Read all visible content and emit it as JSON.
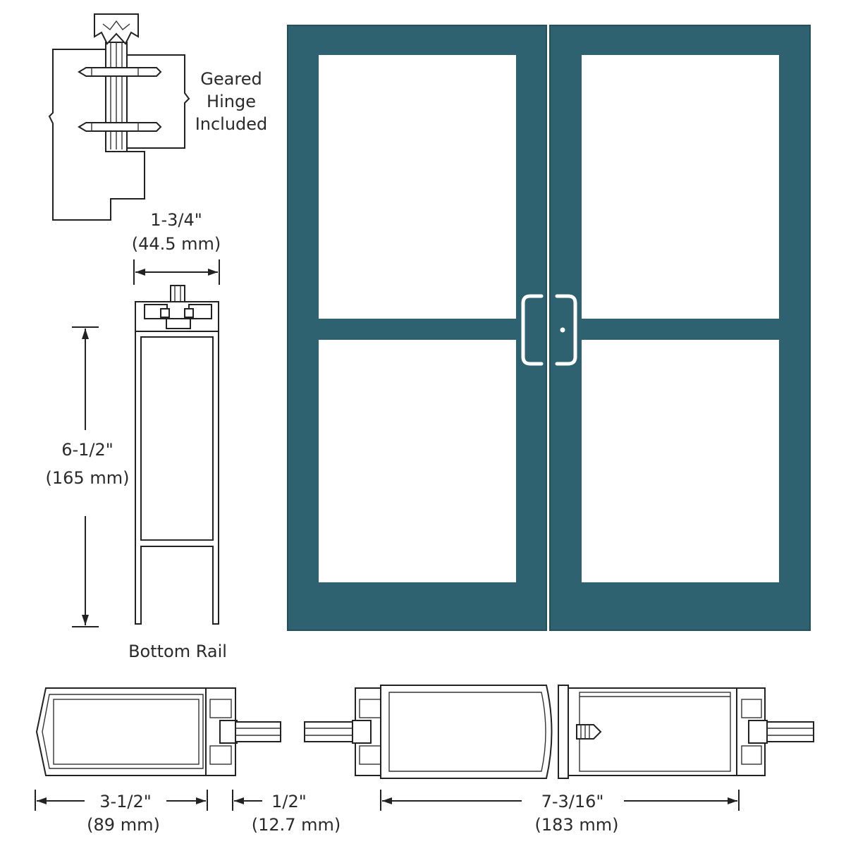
{
  "labels": {
    "hinge_line1": "Geared",
    "hinge_line2": "Hinge",
    "hinge_line3": "Included",
    "top_width_in": "1-3/4\"",
    "top_width_mm": "(44.5 mm)",
    "height_in": "6-1/2\"",
    "height_mm": "(165 mm)",
    "bottom_rail": "Bottom Rail",
    "stile_in": "3-1/2\"",
    "stile_mm": "(89 mm)",
    "glass_in": "1/2\"",
    "glass_mm": "(12.7 mm)",
    "meeting_in": "7-3/16\"",
    "meeting_mm": "(183 mm)"
  },
  "colors": {
    "door_frame": "#2f6270",
    "door_frame_edge": "#244f5b",
    "glass": "#ffffff",
    "handle": "#ffffff",
    "line": "#222222"
  },
  "icons": {
    "door": "double-door-icon",
    "hinge": "geared-hinge-icon",
    "handle": "door-pull-handle-icon"
  }
}
